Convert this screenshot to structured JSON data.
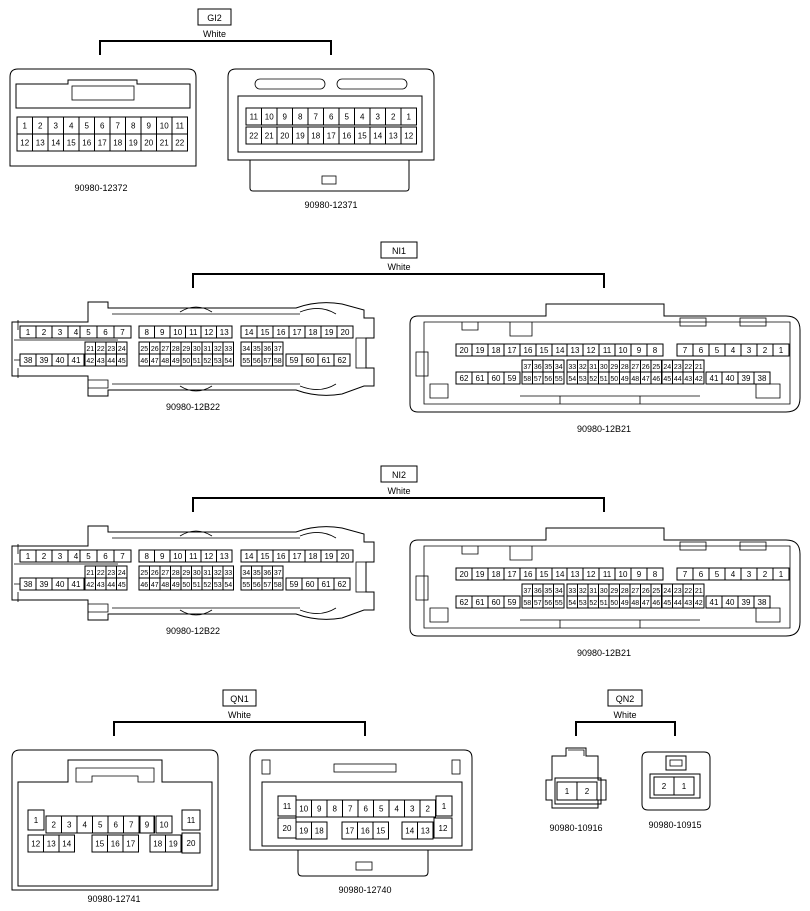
{
  "groups": [
    {
      "id": "gi2",
      "code": "GI2",
      "color": "White",
      "parts": [
        "90980-12372",
        "90980-12371"
      ]
    },
    {
      "id": "ni1",
      "code": "NI1",
      "color": "White",
      "parts": [
        "90980-12B22",
        "90980-12B21"
      ]
    },
    {
      "id": "ni2",
      "code": "NI2",
      "color": "White",
      "parts": [
        "90980-12B22",
        "90980-12B21"
      ]
    },
    {
      "id": "qn1",
      "code": "QN1",
      "color": "White",
      "parts": [
        "90980-12741",
        "90980-12740"
      ]
    },
    {
      "id": "qn2",
      "code": "QN2",
      "color": "White",
      "parts": [
        "90980-10916",
        "90980-10915"
      ]
    }
  ]
}
